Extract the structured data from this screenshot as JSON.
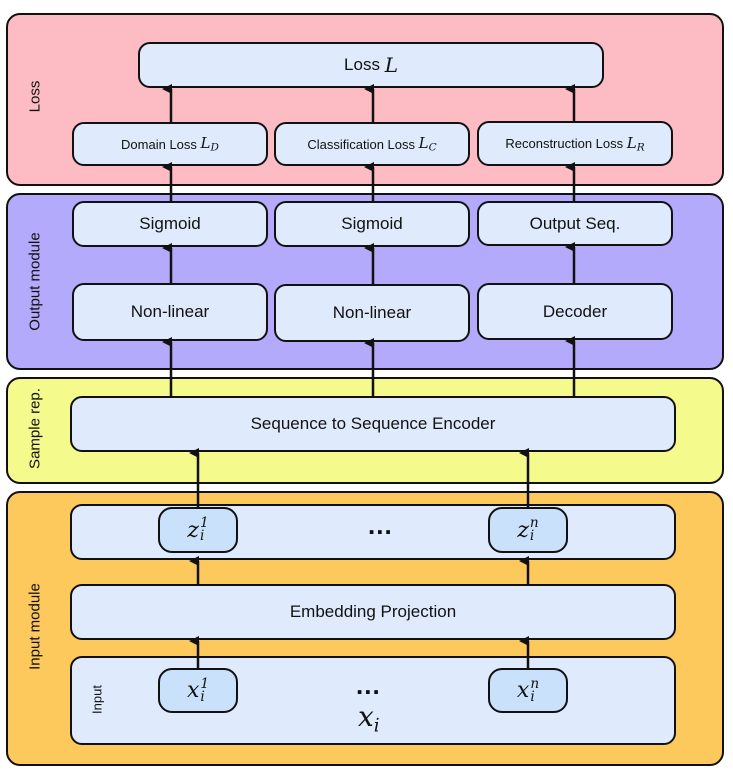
{
  "modules": {
    "loss": {
      "label": "Loss",
      "color": "#fdbcc4",
      "total": {
        "text": "Loss ",
        "symbol": "L"
      },
      "components": [
        {
          "text": "Domain Loss ",
          "symbol": "L",
          "subscript": "D"
        },
        {
          "text": "Classification Loss ",
          "symbol": "L",
          "subscript": "C"
        },
        {
          "text": "Reconstruction Loss ",
          "symbol": "L",
          "subscript": "R"
        }
      ]
    },
    "output": {
      "label": "Output module",
      "color": "#b3aafb",
      "top_row": [
        "Sigmoid",
        "Sigmoid",
        "Output Seq."
      ],
      "bottom_row": [
        "Non-linear",
        "Non-linear",
        "Decoder"
      ]
    },
    "sample": {
      "label": "Sample rep.",
      "color": "#f5fa8c",
      "encoder": "Sequence to Sequence Encoder"
    },
    "input": {
      "label": "Input module",
      "color": "#fdc85c",
      "embedded_tokens": [
        {
          "symbol": "z",
          "sup": "1",
          "sub": "i"
        },
        {
          "symbol": "z",
          "sup": "n",
          "sub": "i"
        }
      ],
      "ellipsis": "...",
      "projection": "Embedding Projection",
      "input_label": "Input",
      "input_tokens": [
        {
          "symbol": "x",
          "sup": "1",
          "sub": "i"
        },
        {
          "symbol": "x",
          "sup": "n",
          "sub": "i"
        }
      ],
      "input_sequence": {
        "symbol": "x",
        "sub": "i"
      }
    }
  }
}
